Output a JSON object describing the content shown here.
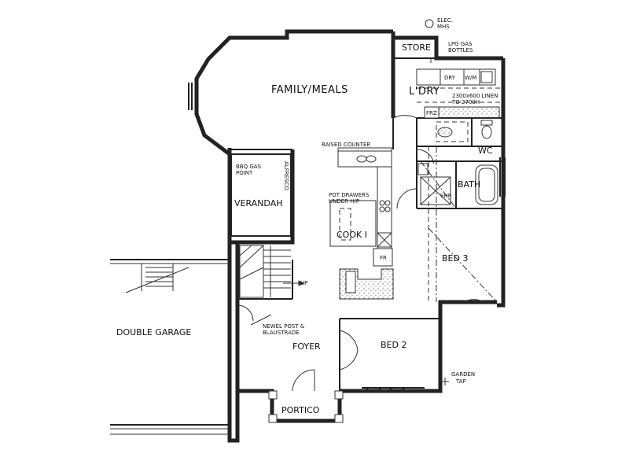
{
  "labels": {
    "family_meals": "FAMILY/MEALS",
    "store": "STORE",
    "elec": "ELEC.",
    "mhs": "MHS",
    "lpg_gas": "LPG GAS",
    "bottles": "BOTTLES",
    "ldry": "L'DRY",
    "dry": "DRY",
    "wm": "W/M",
    "linen_1": "2300x600 LINEN",
    "linen_2": "TO 2700H",
    "frz": "FRZ",
    "wc": "WC",
    "raised_counter": "RAISED COUNTER",
    "bbq_gas_1": "BBQ GAS",
    "bbq_gas_2": "POINT",
    "alfresco": "ALFRESCO",
    "verandah": "VERANDAH",
    "pot_drawers_1": "POT DRAWERS",
    "pot_drawers_2": "UNDER H/P",
    "cook": "COOK I",
    "fr": "FR",
    "bath": "BATH",
    "shr": "SHR",
    "bed3": "BED 3",
    "up": "UP",
    "newel_1": "NEWEL POST &",
    "newel_2": "BLAUSTRADE",
    "double_garage": "DOUBLE GARAGE",
    "foyer": "FOYER",
    "bed2": "BED 2",
    "garden_1": "GARDEN",
    "garden_2": "TAP",
    "portico": "PORTICO"
  }
}
